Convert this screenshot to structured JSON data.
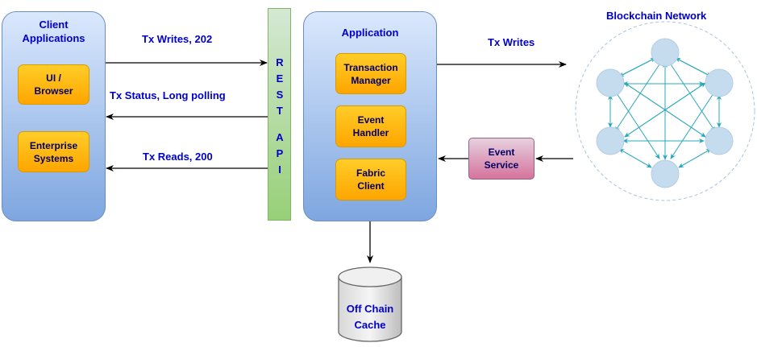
{
  "client": {
    "title_line1": "Client",
    "title_line2": "Applications",
    "ui_browser_line1": "UI /",
    "ui_browser_line2": "Browser",
    "enterprise_line1": "Enterprise",
    "enterprise_line2": "Systems"
  },
  "rest_api": {
    "letters": [
      "R",
      "E",
      "S",
      "T",
      "A",
      "P",
      "I"
    ]
  },
  "flows": {
    "tx_writes_202": "Tx Writes, 202",
    "tx_status": "Tx Status, Long polling",
    "tx_reads_200": "Tx Reads, 200",
    "tx_writes": "Tx Writes"
  },
  "application": {
    "title": "Application",
    "transaction_manager_line1": "Transaction",
    "transaction_manager_line2": "Manager",
    "event_handler_line1": "Event",
    "event_handler_line2": "Handler",
    "fabric_client_line1": "Fabric",
    "fabric_client_line2": "Client"
  },
  "event_service": {
    "line1": "Event",
    "line2": "Service"
  },
  "blockchain": {
    "title": "Blockchain Network"
  },
  "cache": {
    "line1": "Off Chain",
    "line2": "Cache"
  },
  "colors": {
    "label_text": "#0000cc",
    "box_text": "#000066",
    "node_fill": "#c5dcef",
    "mesh_stroke": "#2aa8b8",
    "network_border": "#a9c4dc"
  }
}
